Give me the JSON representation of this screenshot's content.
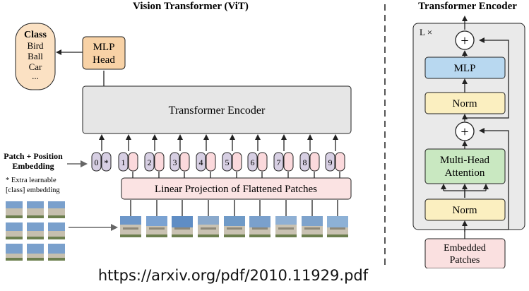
{
  "vit": {
    "title": "Vision Transformer (ViT)",
    "class_box": {
      "heading": "Class",
      "items": [
        "Bird",
        "Ball",
        "Car",
        "..."
      ]
    },
    "mlp_head": [
      "MLP",
      "Head"
    ],
    "encoder_label": "Transformer Encoder",
    "patch_pos_label": [
      "Patch + Position",
      "Embedding"
    ],
    "extra_note": [
      "* Extra learnable",
      "[class] embedding"
    ],
    "position_tokens": [
      "0",
      "1",
      "2",
      "3",
      "4",
      "5",
      "6",
      "7",
      "8",
      "9"
    ],
    "class_token_mark": "*",
    "linear_projection": "Linear Projection of Flattened Patches"
  },
  "encoder_block": {
    "title": "Transformer Encoder",
    "repeat": "L ×",
    "layers": {
      "mlp": "MLP",
      "norm_top": "Norm",
      "attention": [
        "Multi-Head",
        "Attention"
      ],
      "norm_bottom": "Norm"
    },
    "add_symbol": "+",
    "input": [
      "Embedded",
      "Patches"
    ]
  },
  "url": "https://arxiv.org/pdf/2010.11929.pdf",
  "colors": {
    "mlp_head": "#f8d2a6",
    "class_box": "#fbe1c3",
    "encoder": "#e6e6e6",
    "position_token": "#d7cfe3",
    "patch_token": "#fbd9dc",
    "linear_projection": "#fbe3e3",
    "mlp_block": "#b8d8f0",
    "norm_block": "#fbefc0",
    "attention_block": "#c9e8c1",
    "embedded_patches": "#fae0e0"
  }
}
